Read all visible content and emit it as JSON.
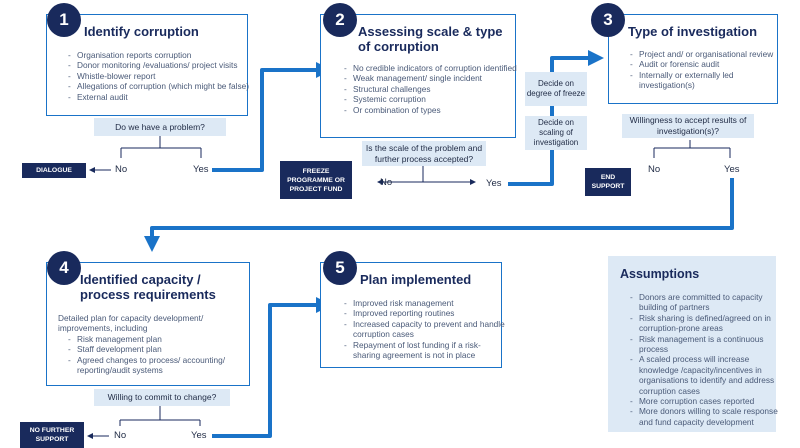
{
  "steps": {
    "s1": {
      "num": "1",
      "title": "Identify corruption",
      "items": [
        "Organisation reports corruption",
        "Donor monitoring /evaluations/ project visits",
        "Whistle-blower report",
        "Allegations of corruption (which might be false)",
        "External audit"
      ]
    },
    "s2": {
      "num": "2",
      "title": "Assessing scale & type of corruption",
      "items": [
        "No credible indicators of corruption identified",
        "Weak management/ single incident",
        "Structural challenges",
        "Systemic corruption",
        "Or combination of types"
      ]
    },
    "s3": {
      "num": "3",
      "title": "Type of investigation",
      "items": [
        "Project and/ or organisational review",
        "Audit or forensic audit",
        "Internally or externally led investigation(s)"
      ]
    },
    "s4": {
      "num": "4",
      "title": "Identified capacity / process requirements",
      "intro": "Detailed plan for capacity development/ improvements, including",
      "items": [
        "Risk management plan",
        "Staff development plan",
        "Agreed changes to process/ accounting/ reporting/audit systems"
      ]
    },
    "s5": {
      "num": "5",
      "title": "Plan implemented",
      "items": [
        "Improved risk management",
        "Improved reporting routines",
        "Increased capacity to prevent and handle corruption cases",
        "Repayment of lost funding if a risk-sharing agreement is not in place"
      ]
    }
  },
  "questions": {
    "q1": "Do we have a problem?",
    "q2": "Is the scale of the problem and further process accepted?",
    "q3": "Willingness to accept results of investigation(s)?",
    "q4": "Willing to commit to change?"
  },
  "outcomes": {
    "dialogue": "DIALOGUE",
    "freeze": "FREEZE PROGRAMME OR PROJECT FUND",
    "end_support": "END SUPPORT",
    "no_further_support": "NO FURTHER SUPPORT"
  },
  "side": {
    "freeze_decision": "Decide on degree of freeze",
    "scaling_decision": "Decide on scaling of investigation"
  },
  "labels": {
    "no": "No",
    "yes": "Yes"
  },
  "assumptions": {
    "title": "Assumptions",
    "items": [
      "Donors are committed to capacity building of partners",
      "Risk sharing is defined/agreed on in corruption-prone areas",
      "Risk management is a continuous process",
      "A scaled process will increase knowledge /capacity/incentives in organisations to identify and address corruption cases",
      "More corruption cases reported",
      "More donors willing to scale response and fund capacity development"
    ]
  },
  "colors": {
    "navy": "#192a5c",
    "blue": "#1a73c8",
    "light": "#dde9f5"
  }
}
